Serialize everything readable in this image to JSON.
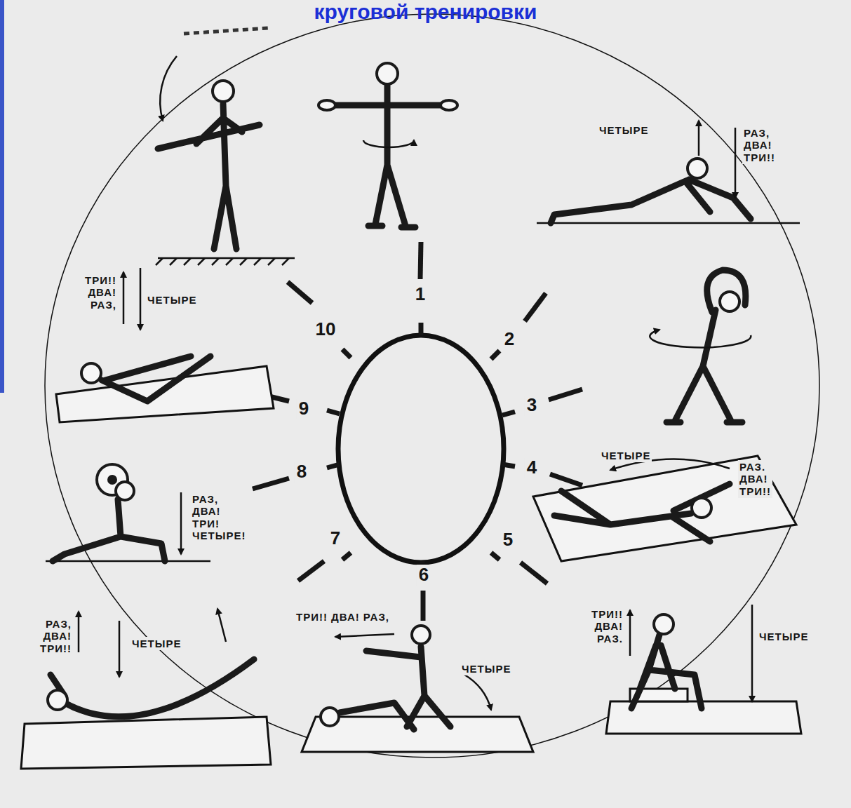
{
  "diagram": {
    "title": "круговой тренировки",
    "labels": [
      "1",
      "2",
      "3",
      "4",
      "5",
      "6",
      "7",
      "8",
      "9",
      "10",
      "ЧЕТЫРЕ",
      "РАЗ, ДВА! ТРИ!!",
      "ТРИ!! ДВА! РАЗ,",
      "ЧЕТЫРЕ",
      "ЧЕТЫРЕ",
      "РАЗ. ДВА! ТРИ!!",
      "РАЗ, ДВА! ТРИ! ЧЕТЫРЕ!",
      "ТРИ!! ДВА! РАЗ.",
      "ЧЕТЫРЕ",
      "РАЗ, ДВА! ТРИ!!",
      "ЧЕТЫРЕ",
      "ТРИ!! ДВА! РАЗ,",
      "ЧЕТЫРЕ"
    ]
  }
}
